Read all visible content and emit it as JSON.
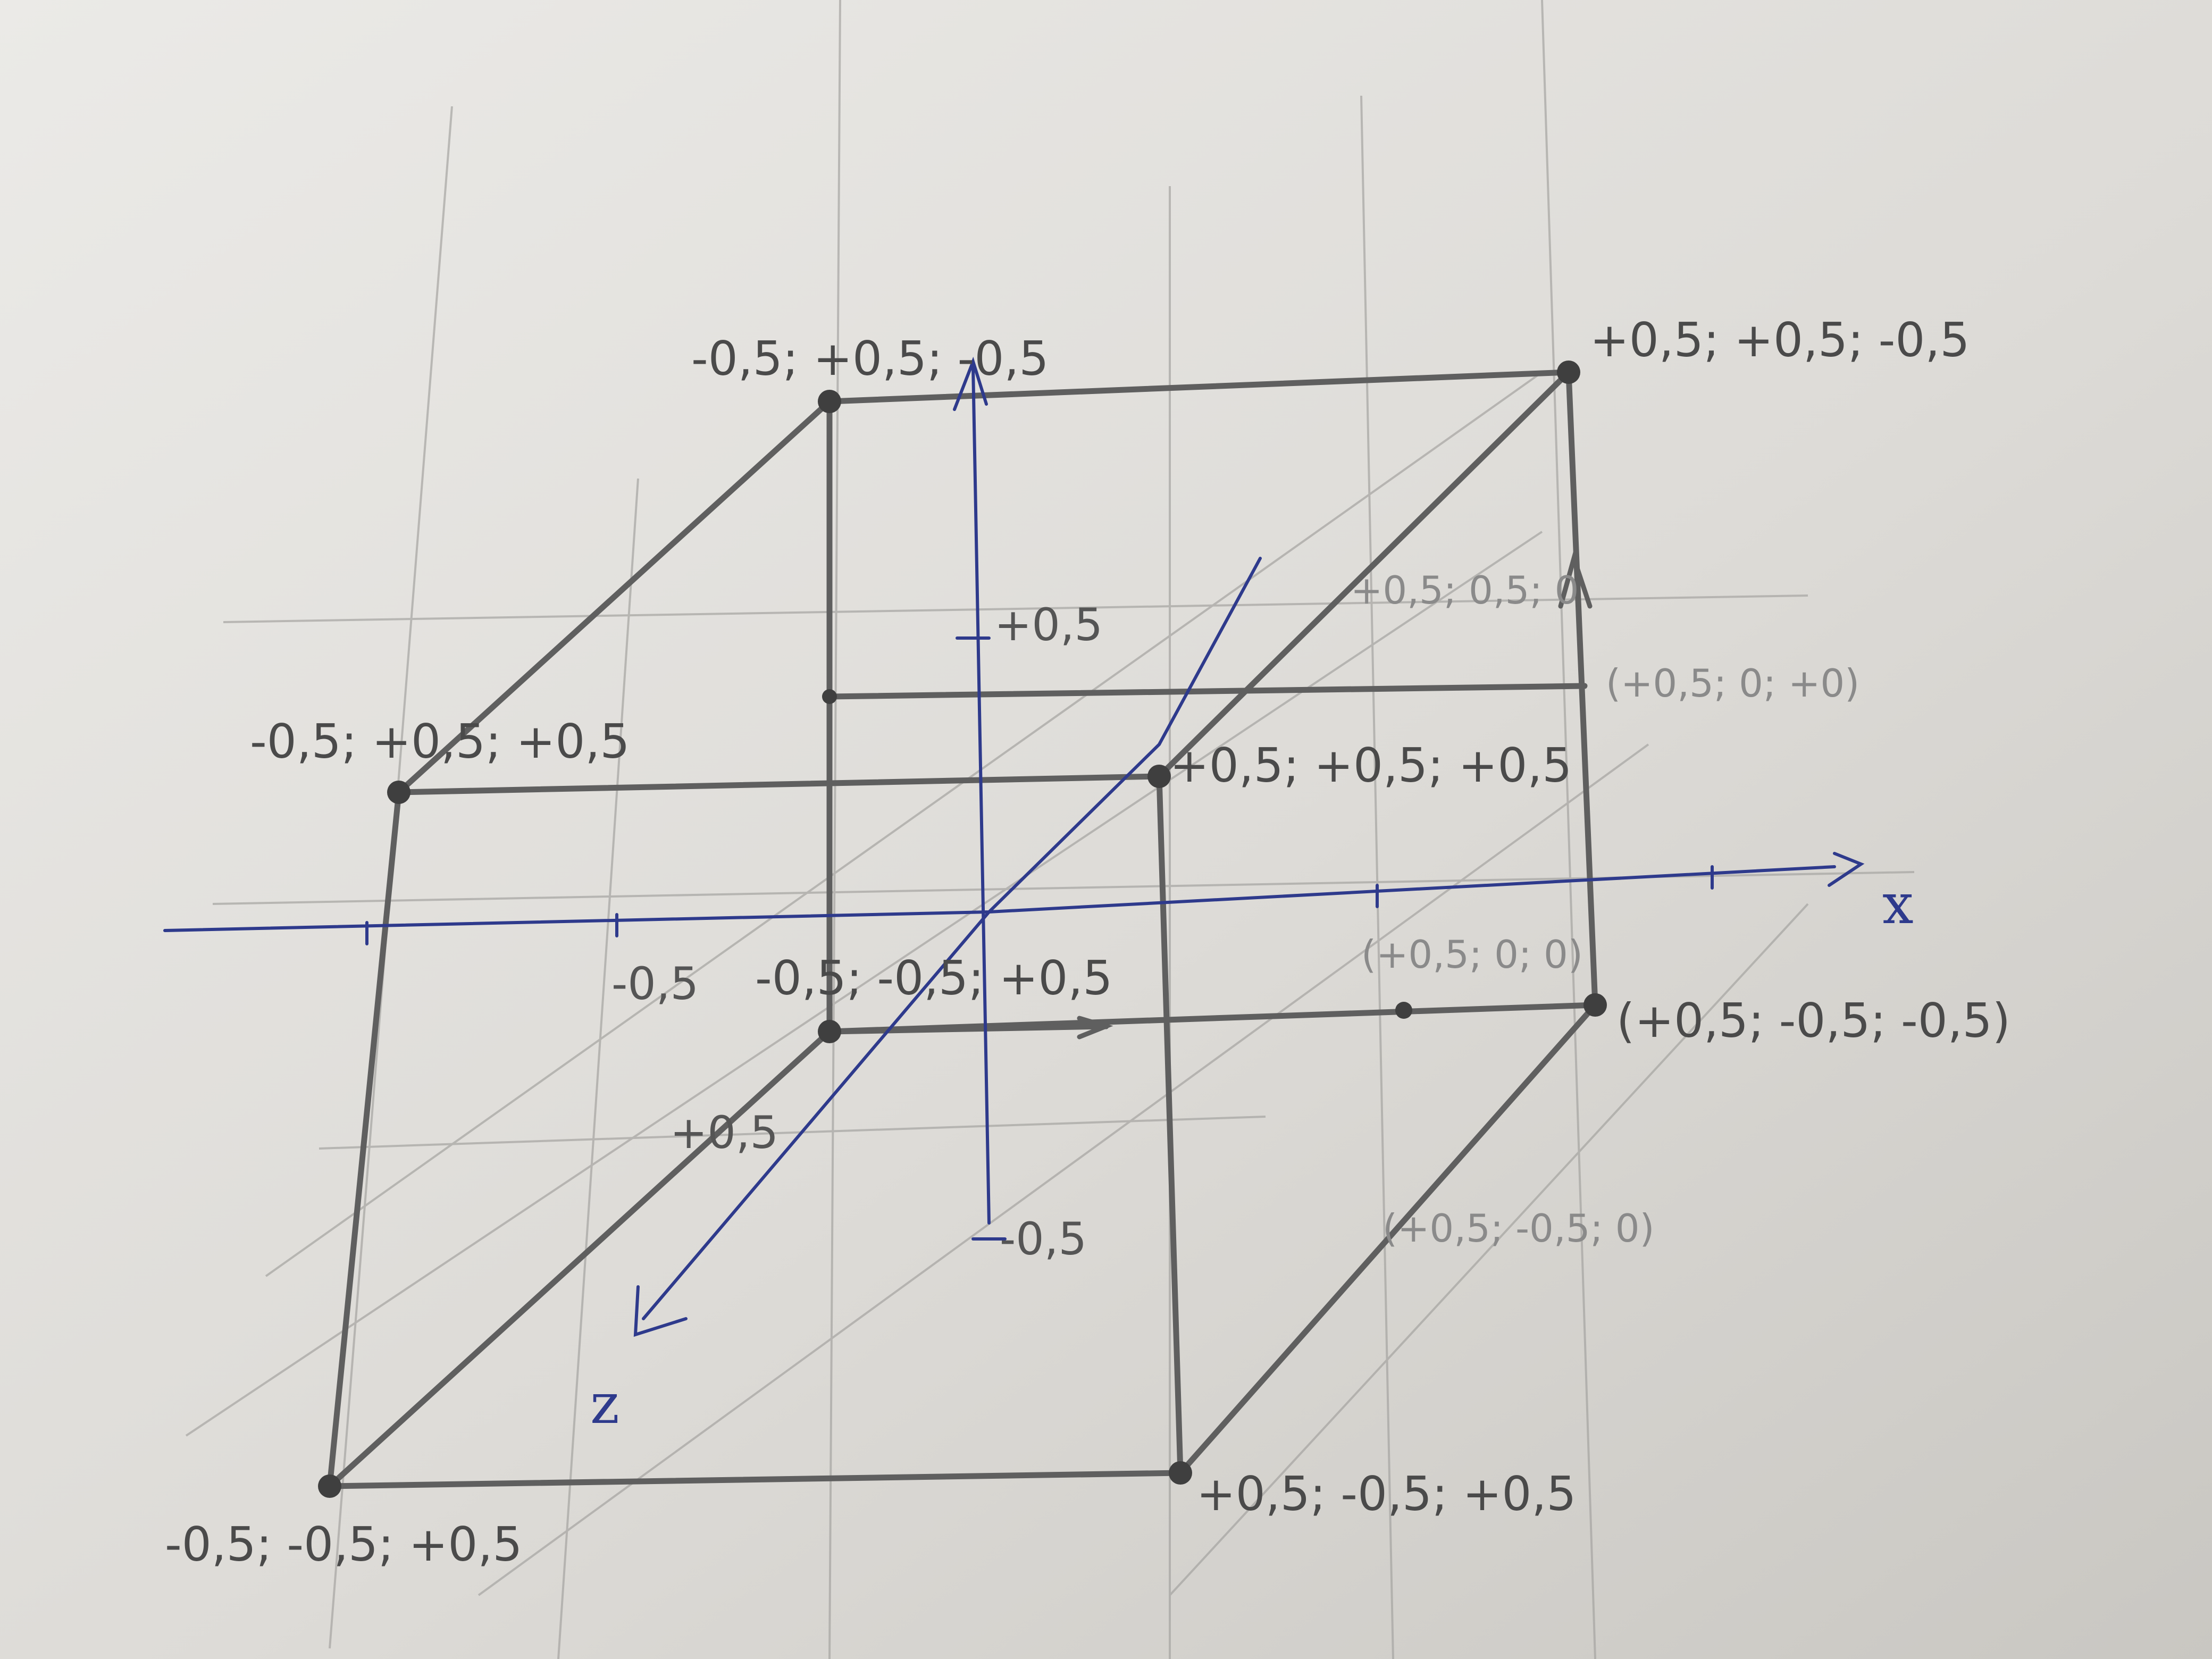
{
  "axes": {
    "x": "x",
    "z": "z"
  },
  "tick_labels": {
    "y_pos": "+0,5",
    "y_neg": "-0,5",
    "x_neg": "-0,5",
    "z_pos": "+0,5"
  },
  "vertices": {
    "back_top_left": "-0,5; +0,5; -0,5",
    "back_top_right": "+0,5; +0,5; -0,5",
    "front_top_left": "-0,5; +0,5; +0,5",
    "front_top_right": "+0,5; +0,5; +0,5",
    "back_bottom_left": "-0,5; -0,5; +0,5",
    "back_bottom_right": "(+0,5; -0,5; -0,5)",
    "front_bottom_left": "-0,5; -0,5; +0,5",
    "front_bottom_right": "+0,5; -0,5; +0,5"
  },
  "midpoints": {
    "top_face_center": "+0,5; 0,5; 0",
    "right_face_center": "(+0,5; 0; +0)",
    "axis_x_point": "(+0,5; 0; 0)",
    "bottom_edge_mid": "(+0,5; -0,5; 0)"
  },
  "colors": {
    "paper": "#d8d6d2",
    "pencil": "#5a5a5a",
    "pencil_faint": "#9a9a9a",
    "pen_blue": "#2e3a8c"
  }
}
